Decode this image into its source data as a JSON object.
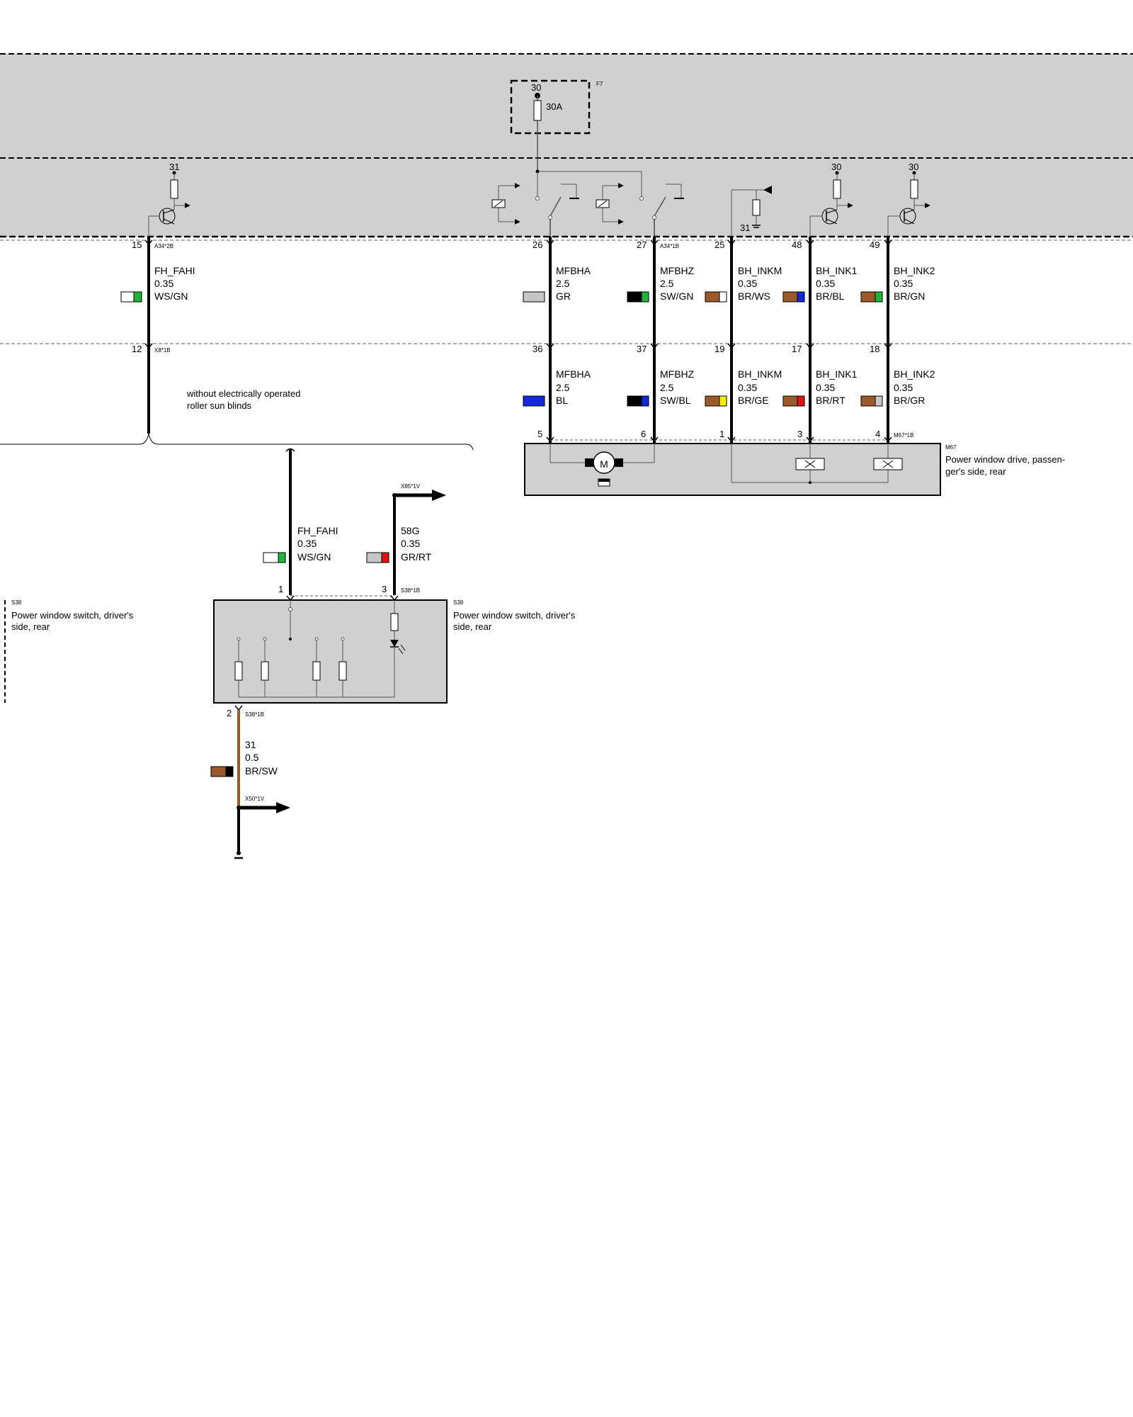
{
  "fuse": {
    "terminal": "30",
    "rating": "30A",
    "ref": "F7"
  },
  "gnd": {
    "label": "31"
  },
  "supply": {
    "label_a": "30",
    "label_b": "30"
  },
  "ground_term": {
    "label": "31"
  },
  "conn_a34_2b": "A34*2B",
  "conn_a34_1b": "A34*1B",
  "conn_x8_1b": "X8*1B",
  "conn_m67_1b": "M67*1B",
  "conn_s38_1b": "S38*1B",
  "conn_s38_1b_b": "S38*1B",
  "conn_x85_1v": "X85*1V",
  "conn_x50_1v": "X50*1V",
  "wires_top": [
    {
      "pin": "15",
      "name": "FH_FAHI",
      "size": "0.35",
      "color": "WS/GN",
      "c1": "#ffffff",
      "c2": "#22b33a"
    },
    {
      "pin": "26",
      "name": "MFBHA",
      "size": "2.5",
      "color": "GR",
      "c1": "#c6c6c6",
      "c2": "#c6c6c6"
    },
    {
      "pin": "27",
      "name": "MFBHZ",
      "size": "2.5",
      "color": "SW/GN",
      "c1": "#000000",
      "c2": "#22b33a"
    },
    {
      "pin": "25",
      "name": "BH_INKM",
      "size": "0.35",
      "color": "BR/WS",
      "c1": "#9a5a2a",
      "c2": "#ffffff"
    },
    {
      "pin": "48",
      "name": "BH_INK1",
      "size": "0.35",
      "color": "BR/BL",
      "c1": "#9a5a2a",
      "c2": "#1428e0"
    },
    {
      "pin": "49",
      "name": "BH_INK2",
      "size": "0.35",
      "color": "BR/GN",
      "c1": "#9a5a2a",
      "c2": "#22b33a"
    }
  ],
  "wires_mid": [
    {
      "pin": "12"
    },
    {
      "pin": "36",
      "name": "MFBHA",
      "size": "2.5",
      "color": "BL",
      "c1": "#1428e0",
      "c2": "#1428e0"
    },
    {
      "pin": "37",
      "name": "MFBHZ",
      "size": "2.5",
      "color": "SW/BL",
      "c1": "#000000",
      "c2": "#1428e0"
    },
    {
      "pin": "19",
      "name": "BH_INKM",
      "size": "0.35",
      "color": "BR/GE",
      "c1": "#9a5a2a",
      "c2": "#ffee00"
    },
    {
      "pin": "17",
      "name": "BH_INK1",
      "size": "0.35",
      "color": "BR/RT",
      "c1": "#9a5a2a",
      "c2": "#e01414"
    },
    {
      "pin": "18",
      "name": "BH_INK2",
      "size": "0.35",
      "color": "BR/GR",
      "c1": "#9a5a2a",
      "c2": "#c6c6c6"
    }
  ],
  "note": {
    "line1": "without electrically operated",
    "line2": "roller sun blinds"
  },
  "motor": {
    "pins": [
      "5",
      "6",
      "1",
      "3",
      "4"
    ],
    "ref": "M67",
    "desc_line1": "Power window drive, passen-",
    "desc_line2": "ger's side, rear",
    "motor_symbol": "M"
  },
  "switch_wires": [
    {
      "name": "FH_FAHI",
      "size": "0.35",
      "color": "WS/GN",
      "c1": "#ffffff",
      "c2": "#22b33a"
    },
    {
      "name": "58G",
      "size": "0.35",
      "color": "GR/RT",
      "c1": "#c6c6c6",
      "c2": "#e01414"
    }
  ],
  "switch": {
    "pin_1": "1",
    "pin_3": "3",
    "pin_2": "2",
    "ref": "S38",
    "desc_line1": "Power window switch, driver's",
    "desc_line2": "side, rear"
  },
  "left_switch": {
    "ref": "S38",
    "desc_line1": "Power window switch, driver's",
    "desc_line2": "side, rear"
  },
  "ground_wire": {
    "name": "31",
    "size": "0.5",
    "color": "BR/SW",
    "c1": "#9a5a2a",
    "c2": "#000000"
  },
  "colors": {
    "module_fill": "#d0d0d0",
    "wire": "#000000",
    "brown_wire": "#9a5a2a"
  }
}
